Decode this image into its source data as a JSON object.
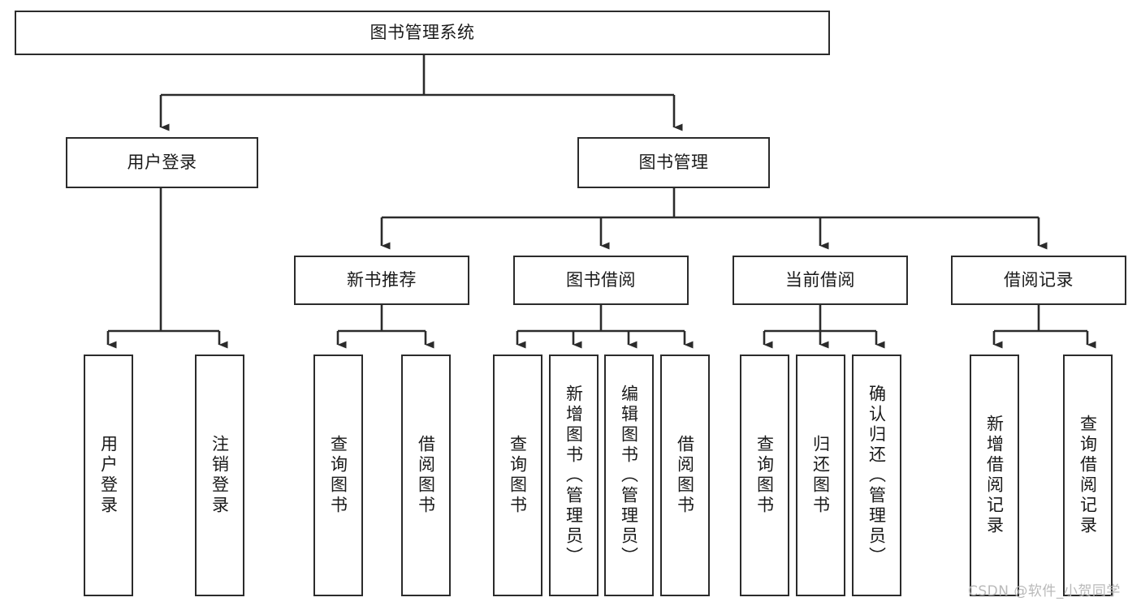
{
  "diagram": {
    "title": "图书管理系统",
    "type": "tree-structure-chart",
    "colors": {
      "box_border": "#2b2b2b",
      "box_fill": "#ffffff",
      "edge": "#2b2b2b",
      "text": "#1a1a1a",
      "watermark": "#b9b9b9"
    },
    "nodes": {
      "root": {
        "label": "图书管理系统"
      },
      "level2": [
        {
          "id": "user-login",
          "label": "用户登录"
        },
        {
          "id": "book-manage",
          "label": "图书管理"
        }
      ],
      "level3": [
        {
          "id": "new-book-recommend",
          "label": "新书推荐"
        },
        {
          "id": "book-borrow",
          "label": "图书借阅"
        },
        {
          "id": "current-borrow",
          "label": "当前借阅"
        },
        {
          "id": "borrow-record",
          "label": "借阅记录"
        }
      ],
      "leaves": {
        "user-login": [
          {
            "id": "leaf-user-login",
            "label": "用户登录"
          },
          {
            "id": "leaf-user-logout",
            "label": "注销登录"
          }
        ],
        "new-book-recommend": [
          {
            "id": "leaf-query-book-1",
            "label": "查询图书"
          },
          {
            "id": "leaf-borrow-book-1",
            "label": "借阅图书"
          }
        ],
        "book-borrow": [
          {
            "id": "leaf-query-book-2",
            "label": "查询图书"
          },
          {
            "id": "leaf-add-book",
            "label": "新增图书（管理员）"
          },
          {
            "id": "leaf-edit-book",
            "label": "编辑图书（管理员）"
          },
          {
            "id": "leaf-borrow-book-2",
            "label": "借阅图书"
          }
        ],
        "current-borrow": [
          {
            "id": "leaf-query-book-3",
            "label": "查询图书"
          },
          {
            "id": "leaf-return-book",
            "label": "归还图书"
          },
          {
            "id": "leaf-confirm-return",
            "label": "确认归还（管理员）"
          }
        ],
        "borrow-record": [
          {
            "id": "leaf-add-record",
            "label": "新增借阅记录"
          },
          {
            "id": "leaf-query-record",
            "label": "查询借阅记录"
          }
        ]
      }
    }
  },
  "watermark": {
    "text": "CSDN @软件_小贺同学"
  }
}
